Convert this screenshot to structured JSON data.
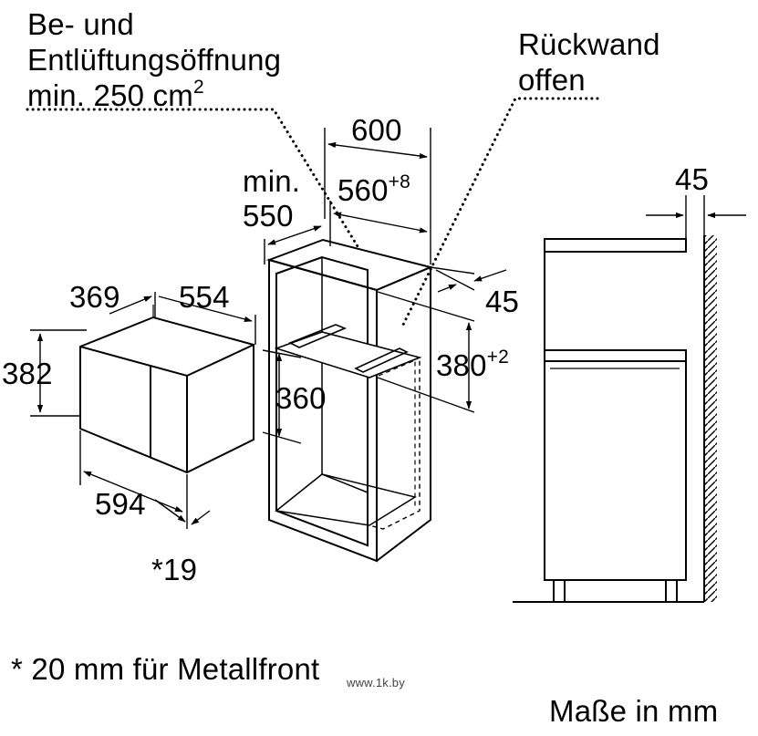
{
  "labels": {
    "vent_line1": "Be- und",
    "vent_line2": "Entlüftungsöffnung",
    "vent_line3_base": "min. 250 cm",
    "vent_line3_exp": "2",
    "rear_line1": "Rückwand",
    "rear_line2": "offen",
    "d600": "600",
    "d560_base": "560",
    "d560_exp": "+8",
    "min_line1": "min.",
    "min_line2": "550",
    "d45_side": "45",
    "d45_top": "45",
    "d380_base": "380",
    "d380_exp": "+2",
    "d360": "360",
    "d369": "369",
    "d554": "554",
    "d382": "382",
    "d594": "594",
    "d19": "*19",
    "footnote": "* 20 mm für Metallfront",
    "units": "Maße in mm",
    "watermark": "www.1k.by"
  }
}
